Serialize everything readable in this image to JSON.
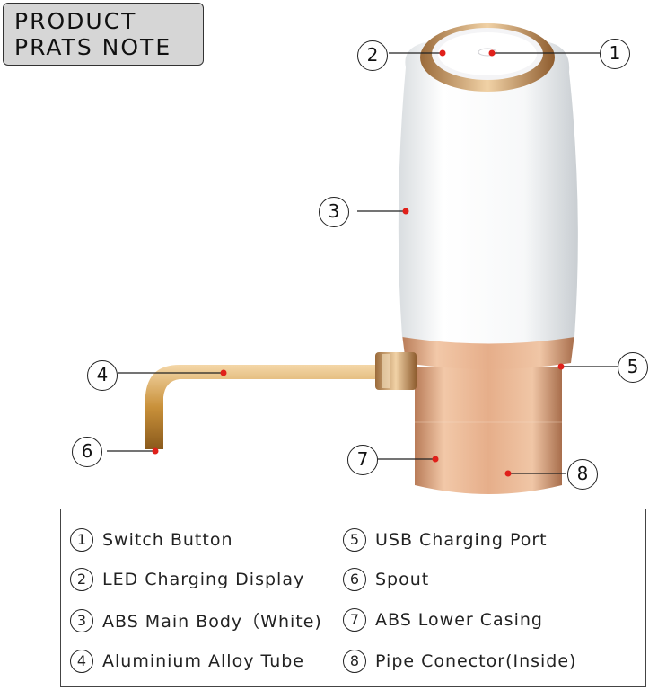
{
  "title": {
    "line1": "PRODUCT",
    "line2": "PRATS NOTE"
  },
  "callouts": [
    {
      "number": "1"
    },
    {
      "number": "2"
    },
    {
      "number": "3"
    },
    {
      "number": "4"
    },
    {
      "number": "5"
    },
    {
      "number": "6"
    },
    {
      "number": "7"
    },
    {
      "number": "8"
    }
  ],
  "legend": [
    {
      "number": "1",
      "label": "Switch Button"
    },
    {
      "number": "2",
      "label": "LED Charging Display"
    },
    {
      "number": "3",
      "label": "ABS Main Body（White)"
    },
    {
      "number": "4",
      "label": "Aluminium Alloy Tube"
    },
    {
      "number": "5",
      "label": "USB Charging Port"
    },
    {
      "number": "6",
      "label": "Spout"
    },
    {
      "number": "7",
      "label": "ABS Lower Casing"
    },
    {
      "number": "8",
      "label": "Pipe Conector(Inside)"
    }
  ],
  "colors": {
    "body": "#fbfbfb",
    "rose_gold": "#e0a882",
    "marker": "#e0201a"
  }
}
